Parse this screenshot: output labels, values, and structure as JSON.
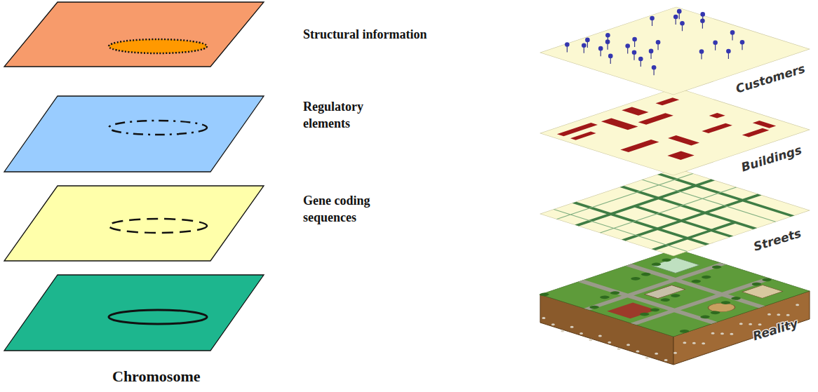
{
  "diagram": {
    "labels": [
      "Structural information",
      "Regulatory elements",
      "Gene coding sequences",
      "Chromosome",
      "Customers",
      "Buildings",
      "Streets",
      "Reality"
    ]
  }
}
